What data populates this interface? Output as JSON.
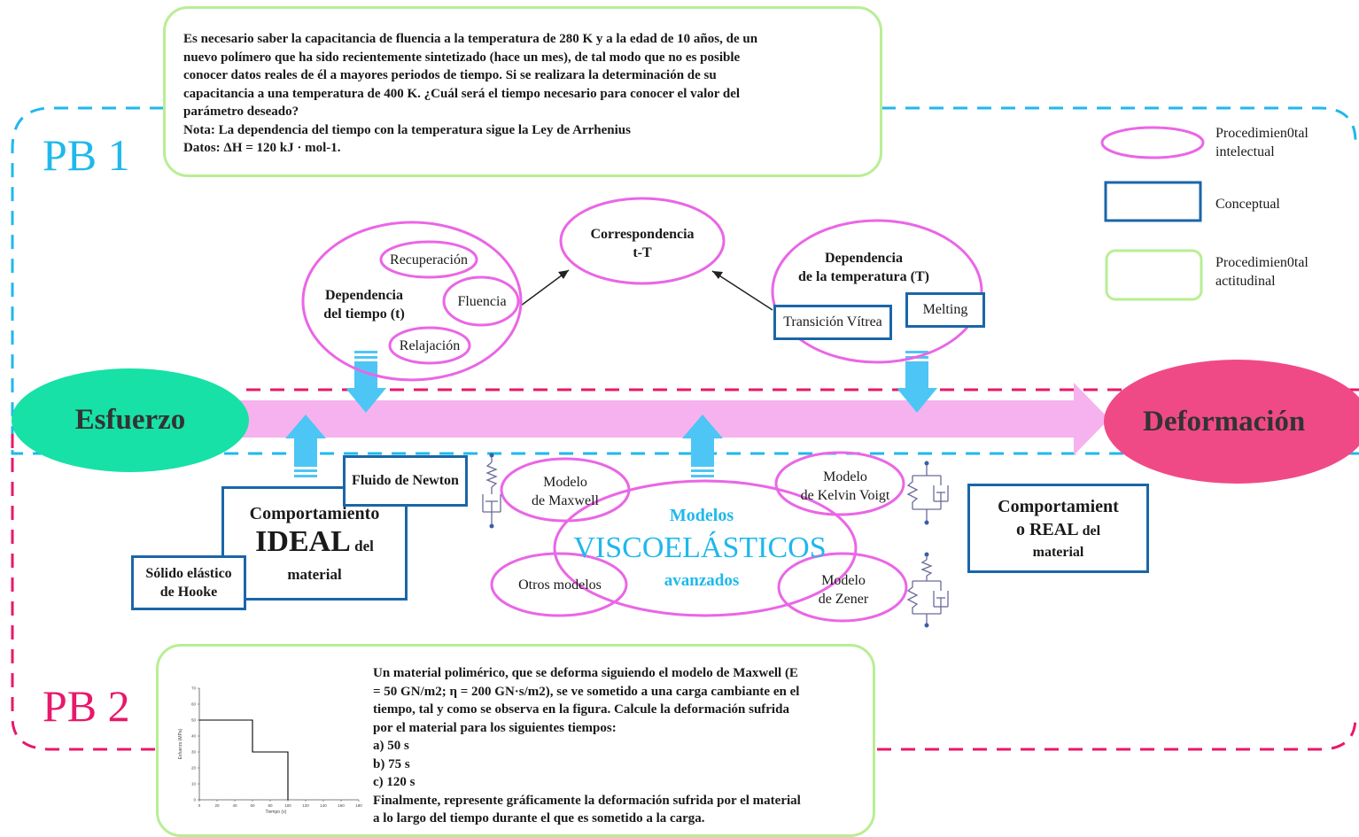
{
  "colors": {
    "pink_oval": "#ea66e6",
    "blue_box": "#1a66a8",
    "green_box": "#b8ee94",
    "cyan": "#1fb8ec",
    "magenta_dash": "#e8186a",
    "esfuerzo": "#17e1a6",
    "deformacion": "#f04a86",
    "arrow_band": "#f6b2ee",
    "small_arrow": "#4dc6f5"
  },
  "pb1": {
    "label": "PB 1",
    "problem_lines": [
      "Es necesario saber la capacitancia de fluencia a la temperatura de 280 K y a la edad de 10 años, de un",
      "nuevo polímero que ha sido recientemente sintetizado (hace un mes), de tal modo que no es posible",
      "conocer datos reales de él a mayores periodos de tiempo. Si se realizara la determinación de su",
      "capacitancia a una temperatura de 400 K. ¿Cuál será el tiempo necesario para conocer el valor del",
      "parámetro deseado?",
      "Nota: La dependencia del tiempo con la temperatura sigue la Ley de Arrhenius",
      "Datos: ΔH = 120 kJ · mol-1."
    ]
  },
  "pb2": {
    "label": "PB 2",
    "problem_lines": [
      "Un material polimérico, que se deforma siguiendo el modelo de Maxwell (E",
      "= 50 GN/m2; η = 200 GN·s/m2), se ve sometido a una carga cambiante en el",
      "tiempo, tal y como se observa en la figura. Calcule la deformación sufrida",
      "por el material para los siguientes tiempos:",
      "a) 50 s",
      "b) 75 s",
      "c) 120 s",
      "Finalmente, represente gráficamente la deformación sufrida por el material",
      "a lo largo del tiempo durante el que es sometido a la carga."
    ],
    "chart": {
      "ylabel": "Esfuerzo (MPa)",
      "xlabel": "Tiempo (s)",
      "y_ticks": [
        "0",
        "10",
        "20",
        "30",
        "40",
        "50",
        "60",
        "70"
      ],
      "x_ticks": [
        "0",
        "20",
        "40",
        "60",
        "80",
        "100",
        "120",
        "140",
        "160",
        "180"
      ]
    }
  },
  "legend": {
    "intelectual": "Procedimien0tal\nintelectual",
    "conceptual": "Conceptual",
    "actitudinal": "Procedimien0tal\nactitudinal"
  },
  "main": {
    "esfuerzo": "Esfuerzo",
    "deformacion": "Deformación"
  },
  "time_group": {
    "title": "Dependencia\ndel tiempo (t)",
    "recuperacion": "Recuperación",
    "fluencia": "Fluencia",
    "relajacion": "Relajación"
  },
  "correspondencia": "Correspondencia\nt-T",
  "temp_group": {
    "title": "Dependencia\nde la temperatura (T)",
    "transicion": "Transición Vítrea",
    "melting": "Melting"
  },
  "ideal": {
    "line1": "Comportamiento",
    "big": "IDEAL",
    "del": " del",
    "line3": "material",
    "newton": "Fluido de Newton",
    "hooke": "Sólido elástico\nde Hooke"
  },
  "models": {
    "title1": "Modelos",
    "title2": "VISCOELÁSTICOS",
    "title3": "avanzados",
    "maxwell": "Modelo\nde Maxwell",
    "kelvin": "Modelo\nde Kelvin Voigt",
    "otros": "Otros modelos",
    "zener": "Modelo\nde Zener"
  },
  "real": {
    "line1": "Comportamient",
    "line2a": "o REAL",
    "line2b": " del",
    "line3": "material"
  },
  "chart_data": {
    "type": "line",
    "title": "",
    "xlabel": "Tiempo (s)",
    "ylabel": "Esfuerzo (MPa)",
    "xlim": [
      0,
      180
    ],
    "ylim": [
      0,
      70
    ],
    "series": [
      {
        "x": [
          0,
          60,
          60,
          100,
          100
        ],
        "y": [
          50,
          50,
          30,
          30,
          0
        ]
      }
    ]
  }
}
